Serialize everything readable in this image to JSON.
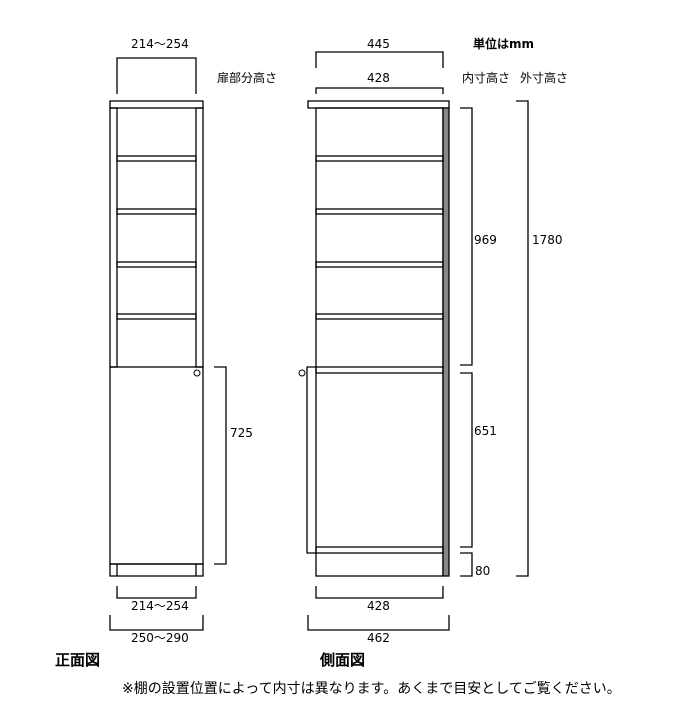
{
  "unit_label": "単位はmm",
  "door_height_label": "扉部分高さ",
  "inner_height_label": "内寸高さ",
  "outer_height_label": "外寸高さ",
  "front": {
    "title": "正面図",
    "top_width": "214～254",
    "door_height": "725",
    "bottom_inner_width": "214～254",
    "bottom_outer_width": "250～290"
  },
  "side": {
    "title": "側面図",
    "top_outer_depth": "445",
    "top_inner_depth": "428",
    "upper_inner_height": "969",
    "lower_inner_height": "651",
    "plinth_height": "80",
    "outer_height": "1780",
    "bottom_inner_depth": "428",
    "bottom_outer_depth": "462"
  },
  "note": "※棚の設置位置によって内寸は異なります。あくまで目安としてご覧ください。"
}
